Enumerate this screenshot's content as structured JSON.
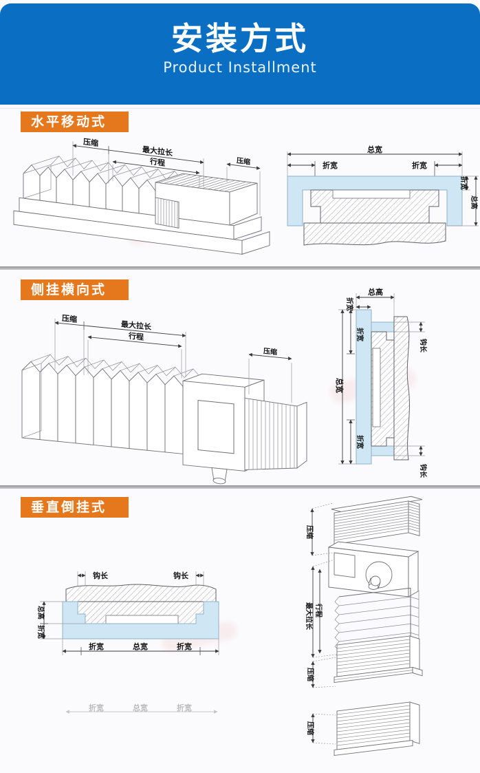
{
  "header": {
    "title": "安装方式",
    "subtitle": "Product Installment"
  },
  "sections": [
    {
      "id": "horizontal-moving",
      "label": "水平移动式"
    },
    {
      "id": "side-hung-transverse",
      "label": "侧挂横向式"
    },
    {
      "id": "vertical-inverted",
      "label": "垂直倒挂式"
    }
  ],
  "dim": {
    "compress": "压缩",
    "max_extend": "最大拉长",
    "stroke": "行程",
    "total_width": "总宽",
    "fold_width": "折宽",
    "total_height": "总高",
    "hook_length": "钩长"
  },
  "colors": {
    "banner_blue": "#0a6fc2",
    "accent_orange": "#e5771d",
    "bellows_fill": "#cfe6f4",
    "divider_gray": "#97979b"
  }
}
